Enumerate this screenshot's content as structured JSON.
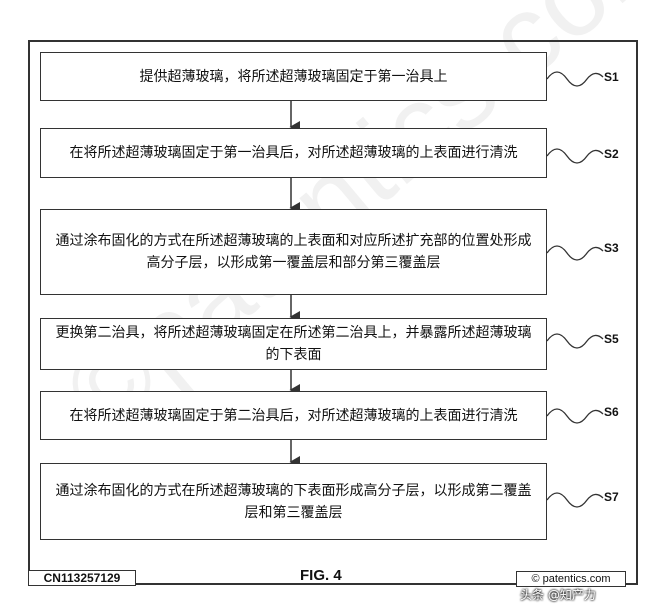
{
  "steps": [
    {
      "text": "提供超薄玻璃，将所述超薄玻璃固定于第一治具上",
      "label": "S1"
    },
    {
      "text": "在将所述超薄玻璃固定于第一治具后，对所述超薄玻璃的上表面进行清洗",
      "label": "S2"
    },
    {
      "text": "通过涂布固化的方式在所述超薄玻璃的上表面和对应所述扩充部的位置处形成高分子层，以形成第一覆盖层和部分第三覆盖层",
      "label": "S3"
    },
    {
      "text": "更换第二治具，将所述超薄玻璃固定在所述第二治具上，并暴露所述超薄玻璃的下表面",
      "label": "S5"
    },
    {
      "text": "在将所述超薄玻璃固定于第二治具后，对所述超薄玻璃的上表面进行清洗",
      "label": "S6"
    },
    {
      "text": "通过涂布固化的方式在所述超薄玻璃的下表面形成高分子层，以形成第二覆盖层和第三覆盖层",
      "label": "S7"
    }
  ],
  "footer": {
    "patent_id": "CN113257129",
    "figure": "FIG. 4",
    "site": "© patentics.com",
    "badge": "头条 @知产力"
  },
  "watermark": "©patentics.com"
}
